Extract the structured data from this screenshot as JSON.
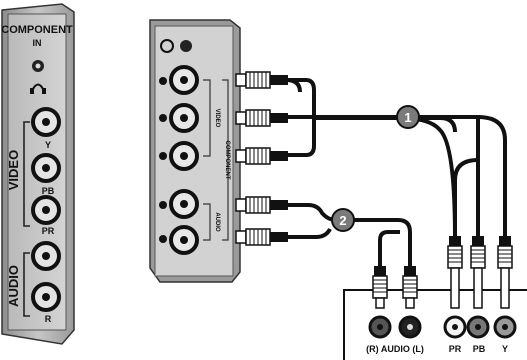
{
  "left_panel": {
    "header": "COMPONENT",
    "sub_header": "IN",
    "video_group": "VIDEO",
    "audio_group": "AUDIO",
    "jack_y": "Y",
    "jack_pb": "PB",
    "jack_pr": "PR",
    "jack_r": "R"
  },
  "center_panel": {
    "video_label": "VIDEO",
    "audio_label": "AUDIO",
    "component_label": "COMPONENT"
  },
  "badges": {
    "one": "1",
    "two": "2"
  },
  "device": {
    "audio_label": "(R) AUDIO (L)",
    "pr_label": "PR",
    "pb_label": "PB",
    "y_label": "Y"
  }
}
